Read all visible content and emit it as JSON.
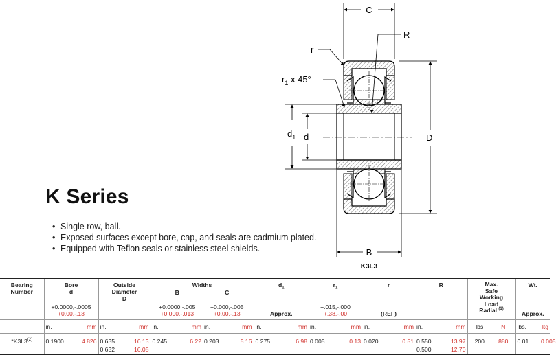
{
  "drawing": {
    "labels": {
      "C": "C",
      "R": "R",
      "r": "r",
      "r1x45": "r",
      "r1sub": "1",
      "r1angle": " x 45°",
      "d1": "d",
      "d1sub": "1",
      "d": "d",
      "D": "D",
      "B": "B",
      "part": "K3L3"
    }
  },
  "page": {
    "title": "K Series",
    "bullets": [
      "Single row, ball.",
      "Exposed surfaces except bore, cap, and seals are cadmium plated.",
      "Equipped with Teflon seals or stainless steel shields."
    ]
  },
  "table": {
    "header": {
      "bearing": "Bearing",
      "number": "Number",
      "bore": "Bore",
      "bore_sym": "d",
      "bore_tol_in": "+0.0000,-.0005",
      "bore_tol_mm": "+0.00,-.13",
      "od1": "Outside",
      "od2": "Diameter",
      "od3": "D",
      "widths": "Widths",
      "B": "B",
      "C": "C",
      "B_tol_in": "+0.0000,-.005",
      "B_tol_mm": "+0.000,-.013",
      "C_tol_in": "+0.000,-.005",
      "C_tol_mm": "+0.00,-.13",
      "d1": "d",
      "d1sub": "1",
      "d1_note": "Approx.",
      "r1": "r",
      "r1sub": "1",
      "r1_tol_in": "+.015,-.000",
      "r1_tol_mm": "+.38,-.00",
      "r": "r",
      "r_note": "(REF)",
      "R": "R",
      "load1": "Max.",
      "load2": "Safe",
      "load3": "Working",
      "load4": "Load",
      "load5": "Radial",
      "load_sup": "(1)",
      "wt": "Wt.",
      "wt_note": "Approx."
    },
    "units": {
      "in": "in.",
      "mm": "mm",
      "lbs": "lbs",
      "N": "N",
      "lbs_dot": "lbs.",
      "kg": "kg"
    },
    "row": {
      "prefix": "*",
      "number": "K3L3",
      "sup": "(2)",
      "bore_in": "0.1900",
      "bore_mm": "4.826",
      "od_in": "0.635",
      "od_mm": "16.13",
      "od_in_2": "0.632",
      "od_mm_2": "16.05",
      "B_in": "0.245",
      "B_mm": "6.22",
      "C_in": "0.203",
      "C_mm": "5.16",
      "d1_in": "0.275",
      "d1_mm": "6.98",
      "r1_in": "0.005",
      "r1_mm": "0.13",
      "r_in": "0.020",
      "r_mm": "0.51",
      "R_in": "0.550",
      "R_mm": "13.97",
      "R_in_2": "0.500",
      "R_mm_2": "12.70",
      "load_lbs": "200",
      "load_N": "880",
      "wt_lbs": "0.01",
      "wt_kg": "0.005"
    }
  }
}
